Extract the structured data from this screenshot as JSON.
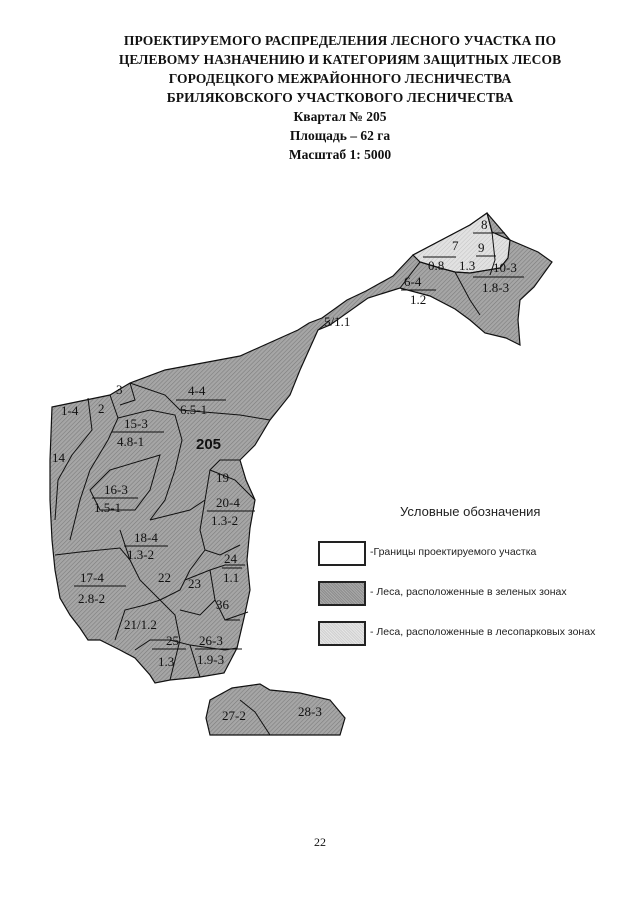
{
  "title": {
    "lines": [
      "ПРОЕКТИРУЕМОГО РАСПРЕДЕЛЕНИЯ ЛЕСНОГО УЧАСТКА ПО",
      "ЦЕЛЕВОМУ НАЗНАЧЕНИЮ И КАТЕГОРИЯМ ЗАЩИТНЫХ ЛЕСОВ",
      "ГОРОДЕЦКОГО МЕЖРАЙОННОГО ЛЕСНИЧЕСТВА",
      "БРИЛЯКОВСКОГО УЧАСТКОВОГО ЛЕСНИЧЕСТВА"
    ],
    "quarter": "Квартал № 205",
    "area": "Площадь – 62 га",
    "scale": "Масштаб 1: 5000"
  },
  "map": {
    "quarter_number": "205",
    "plots": {
      "p1": "1-4",
      "p2": "2",
      "p3": "3",
      "p44a": "4-4",
      "p44b": "6.5-1",
      "p15a": "15-3",
      "p15b": "4.8-1",
      "p14": "14",
      "p16a": "16-3",
      "p16b": "1.5-1",
      "p19": "19",
      "p20a": "20-4",
      "p20b": "1.3-2",
      "p18a": "18-4",
      "p18b": "1.3-2",
      "p24": "24",
      "p11": "1.1",
      "p17a": "17-4",
      "p17b": "2.8-2",
      "p22": "22",
      "p23": "23",
      "p36": "36",
      "p21": "21/1.2",
      "p25a": "25",
      "p25b": "1.3",
      "p26a": "26-3",
      "p26b": "1.9-3",
      "p27": "27-2",
      "p28": "28-3",
      "p5": "5/1.1",
      "p6a": "6-4",
      "p6b": "1.2",
      "p7a": "7",
      "p7b": "0.8",
      "p8": "8",
      "p9a": "9",
      "p9b": "1.3",
      "p10a": "10-3",
      "p10b": "1.8-3"
    }
  },
  "legend": {
    "title": "Условные обозначения",
    "items": [
      {
        "label": "-Границы проектируемого участка",
        "style": "white"
      },
      {
        "label": "- Леса, расположенные в зеленых зонах",
        "style": "dark"
      },
      {
        "label": "- Леса, расположенные в лесопарковых зонах",
        "style": "light"
      }
    ]
  },
  "colors": {
    "green_zone": "#9a9a9a",
    "park_zone": "#dcdcdc",
    "outline": "#111111"
  },
  "page_number": "22"
}
